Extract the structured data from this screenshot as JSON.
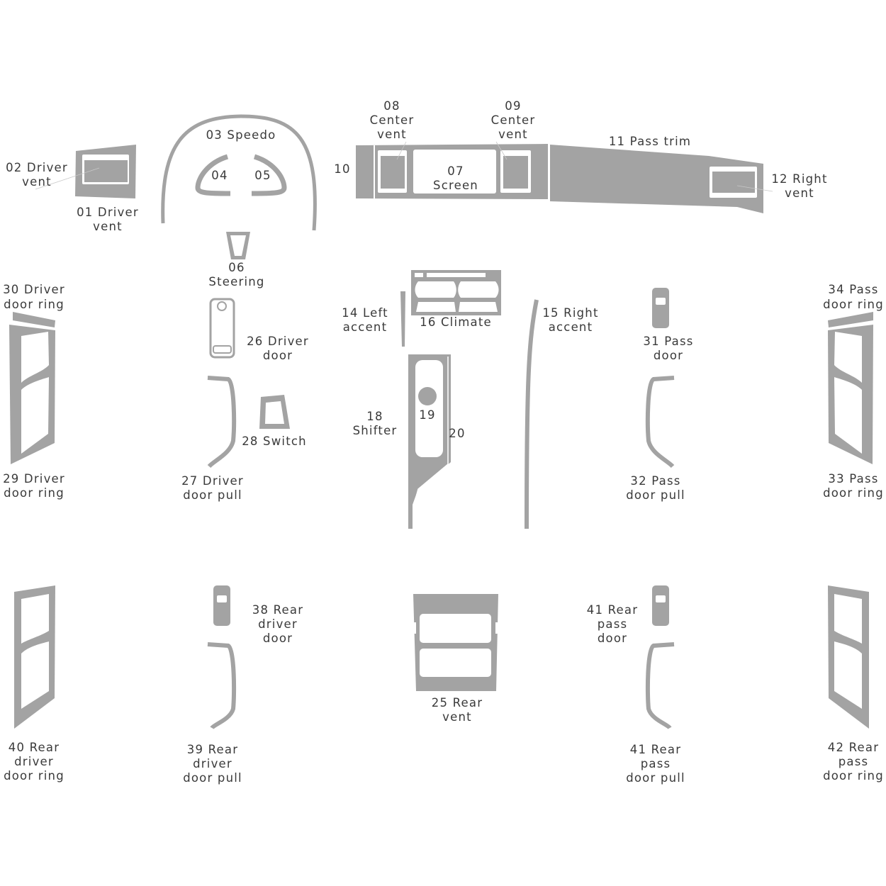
{
  "colors": {
    "part_fill": "#a3a3a3",
    "label_text": "#3a3a3a",
    "background": "#ffffff"
  },
  "parts": {
    "p01": {
      "lines": [
        "01 Driver",
        "vent"
      ]
    },
    "p02": {
      "lines": [
        "02 Driver",
        "vent"
      ]
    },
    "p03": {
      "lines": [
        "03 Speedo"
      ]
    },
    "p04": {
      "lines": [
        "04"
      ]
    },
    "p05": {
      "lines": [
        "05"
      ]
    },
    "p06": {
      "lines": [
        "06",
        "Steering"
      ]
    },
    "p07": {
      "lines": [
        "07",
        "Screen"
      ]
    },
    "p08": {
      "lines": [
        "08",
        "Center",
        "vent"
      ]
    },
    "p09": {
      "lines": [
        "09",
        "Center",
        "vent"
      ]
    },
    "p10": {
      "lines": [
        "10"
      ]
    },
    "p11": {
      "lines": [
        "11 Pass trim"
      ]
    },
    "p12": {
      "lines": [
        "12 Right",
        "vent"
      ]
    },
    "p14": {
      "lines": [
        "14 Left",
        "accent"
      ]
    },
    "p15": {
      "lines": [
        "15 Right",
        "accent"
      ]
    },
    "p16": {
      "lines": [
        "16 Climate"
      ]
    },
    "p18": {
      "lines": [
        "18",
        "Shifter"
      ]
    },
    "p19": {
      "lines": [
        "19"
      ]
    },
    "p20": {
      "lines": [
        "20"
      ]
    },
    "p25": {
      "lines": [
        "25 Rear",
        "vent"
      ]
    },
    "p26": {
      "lines": [
        "26 Driver",
        "door"
      ]
    },
    "p27": {
      "lines": [
        "27 Driver",
        "door pull"
      ]
    },
    "p28": {
      "lines": [
        "28 Switch"
      ]
    },
    "p29": {
      "lines": [
        "29 Driver",
        "door ring"
      ]
    },
    "p30": {
      "lines": [
        "30 Driver",
        "door ring"
      ]
    },
    "p31": {
      "lines": [
        "31 Pass",
        "door"
      ]
    },
    "p32": {
      "lines": [
        "32 Pass",
        "door pull"
      ]
    },
    "p33": {
      "lines": [
        "33 Pass",
        "door ring"
      ]
    },
    "p34": {
      "lines": [
        "34 Pass",
        "door ring"
      ]
    },
    "p38": {
      "lines": [
        "38 Rear",
        "driver",
        "door"
      ]
    },
    "p39": {
      "lines": [
        "39 Rear",
        "driver",
        "door pull"
      ]
    },
    "p40": {
      "lines": [
        "40 Rear",
        "driver",
        "door ring"
      ]
    },
    "p41a": {
      "lines": [
        "41 Rear",
        "pass",
        "door"
      ]
    },
    "p41b": {
      "lines": [
        "41 Rear",
        "pass",
        "door pull"
      ]
    },
    "p42": {
      "lines": [
        "42 Rear",
        "pass",
        "door ring"
      ]
    }
  }
}
